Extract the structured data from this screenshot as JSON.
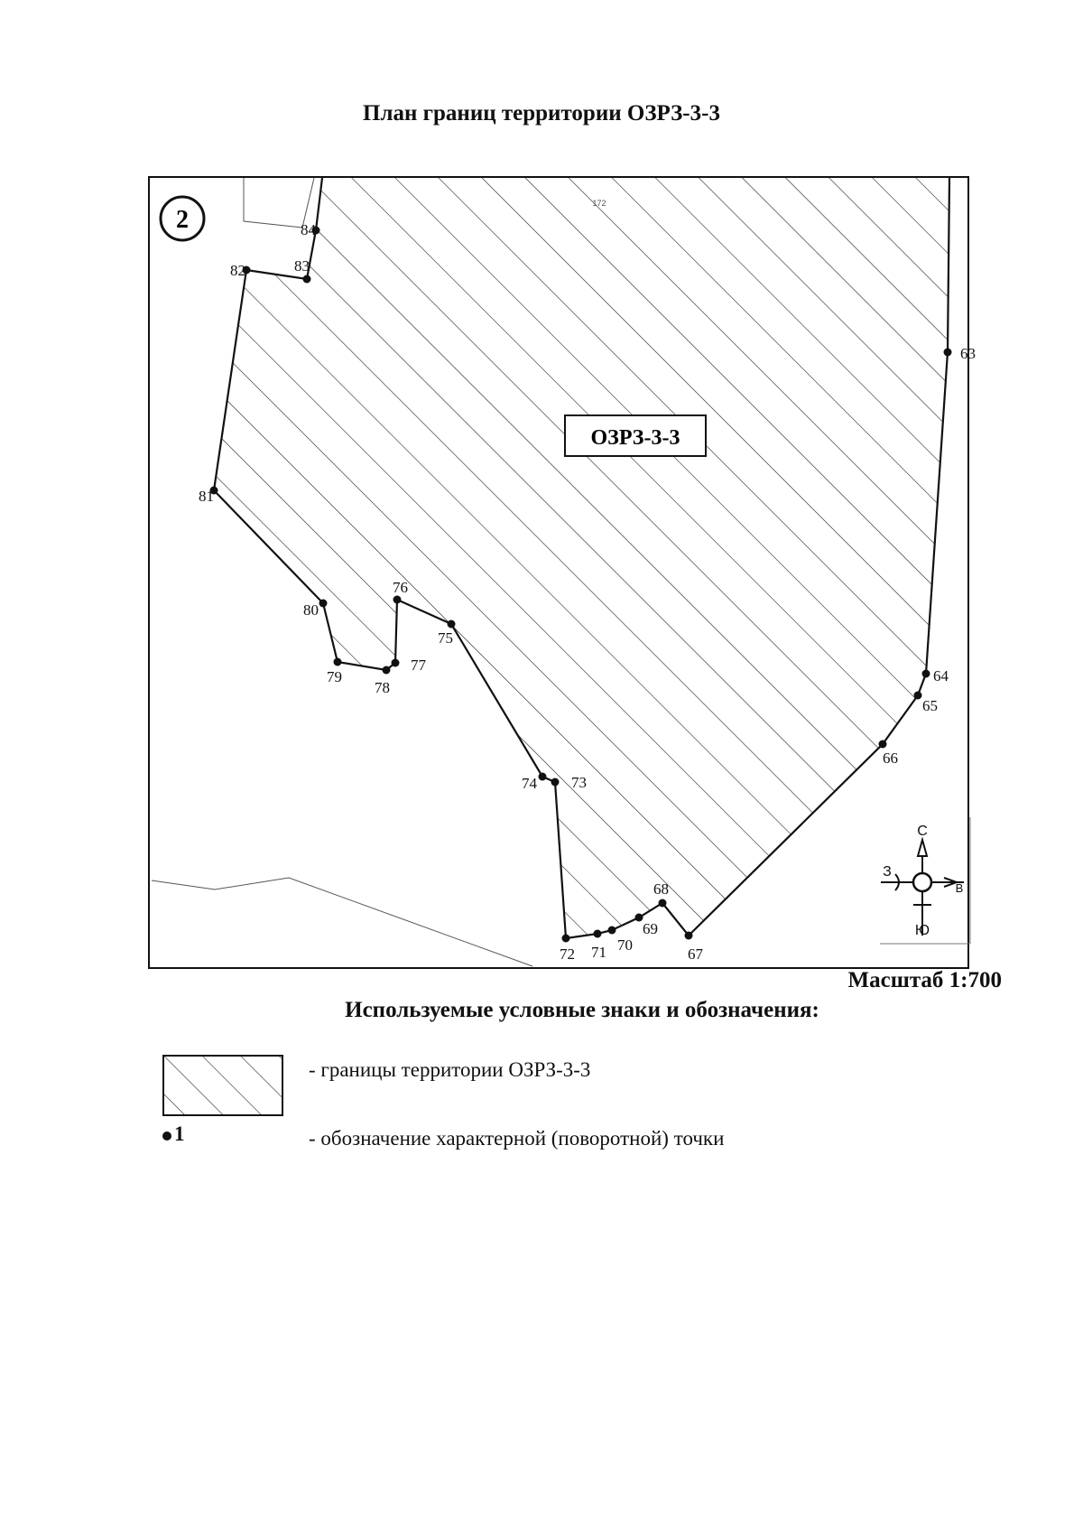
{
  "title": "План границ территории ОЗРЗ-3-3",
  "map": {
    "sheet_number": "2",
    "zone_label": "ОЗРЗ-3-3",
    "small_label": "172",
    "points": [
      {
        "id": "63"
      },
      {
        "id": "64"
      },
      {
        "id": "65"
      },
      {
        "id": "66"
      },
      {
        "id": "67"
      },
      {
        "id": "68"
      },
      {
        "id": "69"
      },
      {
        "id": "70"
      },
      {
        "id": "71"
      },
      {
        "id": "72"
      },
      {
        "id": "73"
      },
      {
        "id": "74"
      },
      {
        "id": "75"
      },
      {
        "id": "76"
      },
      {
        "id": "77"
      },
      {
        "id": "78"
      },
      {
        "id": "79"
      },
      {
        "id": "80"
      },
      {
        "id": "81"
      },
      {
        "id": "82"
      },
      {
        "id": "83"
      },
      {
        "id": "84"
      }
    ],
    "compass": {
      "north": "С",
      "south": "Ю",
      "east": "В",
      "west": "З"
    }
  },
  "scale_text": "Масштаб 1:700",
  "legend": {
    "title": "Используемые условные знаки и обозначения:",
    "items": [
      {
        "symbol": "hatch",
        "text": "- границы территории ОЗРЗ-3-3"
      },
      {
        "symbol": "1",
        "text": "- обозначение характерной (поворотной) точки"
      }
    ]
  }
}
